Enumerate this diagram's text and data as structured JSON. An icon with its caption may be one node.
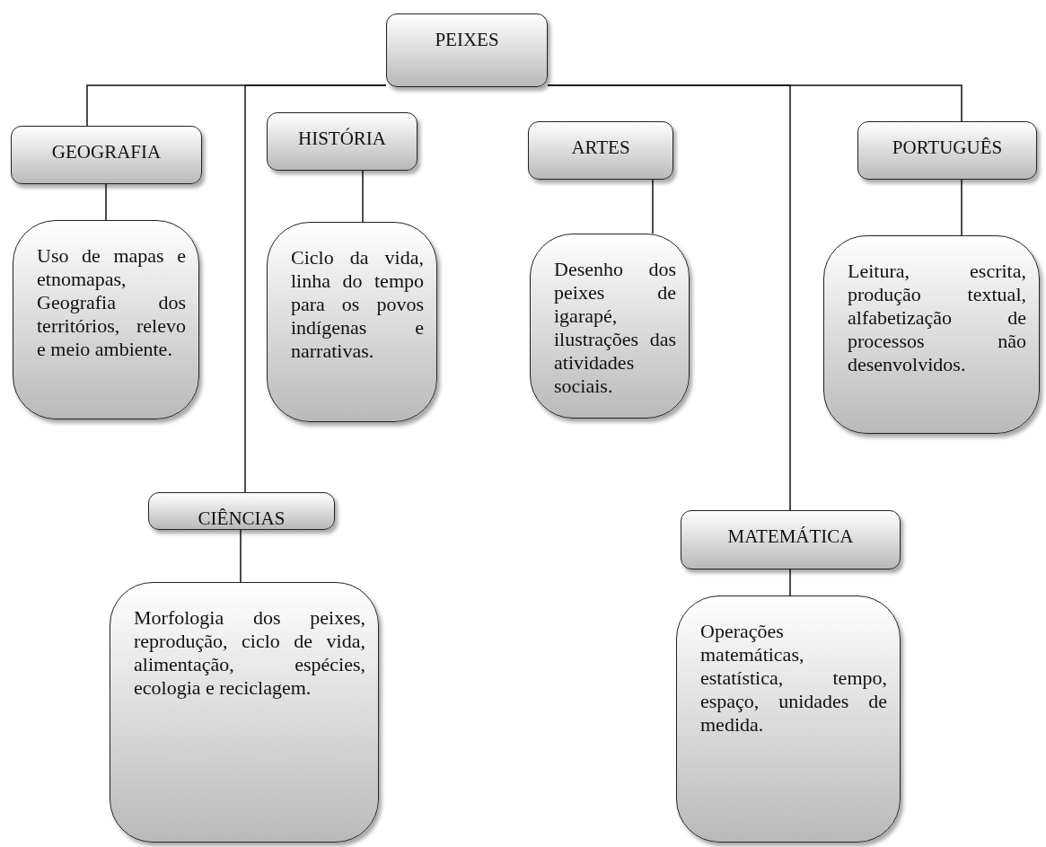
{
  "diagram": {
    "nodes": [
      {
        "text": [
          "PEIXES"
        ]
      },
      {
        "text": [
          "GEOGRAFIA"
        ]
      },
      {
        "text": [
          "HISTÓRIA"
        ]
      },
      {
        "text": [
          "ARTES"
        ]
      },
      {
        "text": [
          "PORTUGUÊS"
        ]
      },
      {
        "text": [
          "Uso de mapas e etnomapas, Geografia dos territórios, relevo e meio ambiente."
        ]
      },
      {
        "text": [
          "Ciclo da vida, linha do tempo para os povos indígenas e narrativas."
        ]
      },
      {
        "text": [
          "Desenho dos peixes de igarapé, ilustrações das atividades sociais."
        ]
      },
      {
        "text": [
          "Leitura, escrita, produção textual, alfabetização de processos não desenvolvidos."
        ]
      },
      {
        "text": [
          "CIÊNCIAS"
        ]
      },
      {
        "text": [
          "MATEMÁTICA"
        ]
      },
      {
        "text": [
          "Morfologia dos peixes, reprodução, ciclo de vida, alimentação, espécies, ecologia e reciclagem."
        ]
      },
      {
        "text": [
          "Operações matemáticas, estatística, tempo, espaço, unidades de medida."
        ]
      }
    ],
    "edges": [
      {
        "from": 0,
        "to": 1,
        "arrow": "none"
      },
      {
        "from": 0,
        "to": 9,
        "arrow": "none"
      },
      {
        "from": 0,
        "to": 10,
        "arrow": "none"
      },
      {
        "from": 0,
        "to": 4,
        "arrow": "none"
      },
      {
        "from": 1,
        "to": 5,
        "arrow": "none"
      },
      {
        "from": 2,
        "to": 6,
        "arrow": "none"
      },
      {
        "from": 3,
        "to": 7,
        "arrow": "none"
      },
      {
        "from": 4,
        "to": 8,
        "arrow": "none"
      },
      {
        "from": 9,
        "to": 11,
        "arrow": "none"
      },
      {
        "from": 10,
        "to": 12,
        "arrow": "none"
      }
    ]
  }
}
